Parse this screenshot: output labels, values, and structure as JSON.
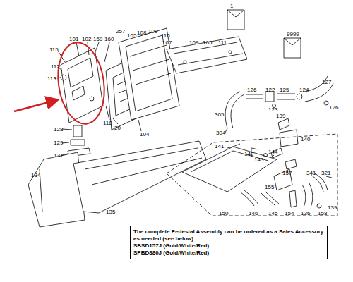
{
  "diagram": {
    "nodes": [
      {
        "text": [
          "The complete Pedestal Assembly can be ordered as a Sales Accessory as needed (see below)",
          "SBSD157J (Gold/White/Red)",
          "SPBD880J (Gold/White/Red)"
        ]
      }
    ],
    "labels": [
      "1",
      "257",
      "108",
      "109",
      "105",
      "110",
      "101",
      "102",
      "159",
      "160",
      "9999",
      "107",
      "109",
      "105",
      "111",
      "115",
      "112",
      "113",
      "126",
      "122",
      "125",
      "124",
      "127",
      "123",
      "126",
      "305",
      "118",
      "20",
      "139",
      "128",
      "104",
      "304",
      "140",
      "129",
      "141",
      "142",
      "131",
      "144",
      "143",
      "134",
      "157",
      "341",
      "321",
      "155",
      "139",
      "135",
      "150",
      "146",
      "145",
      "154",
      "136",
      "158"
    ]
  }
}
